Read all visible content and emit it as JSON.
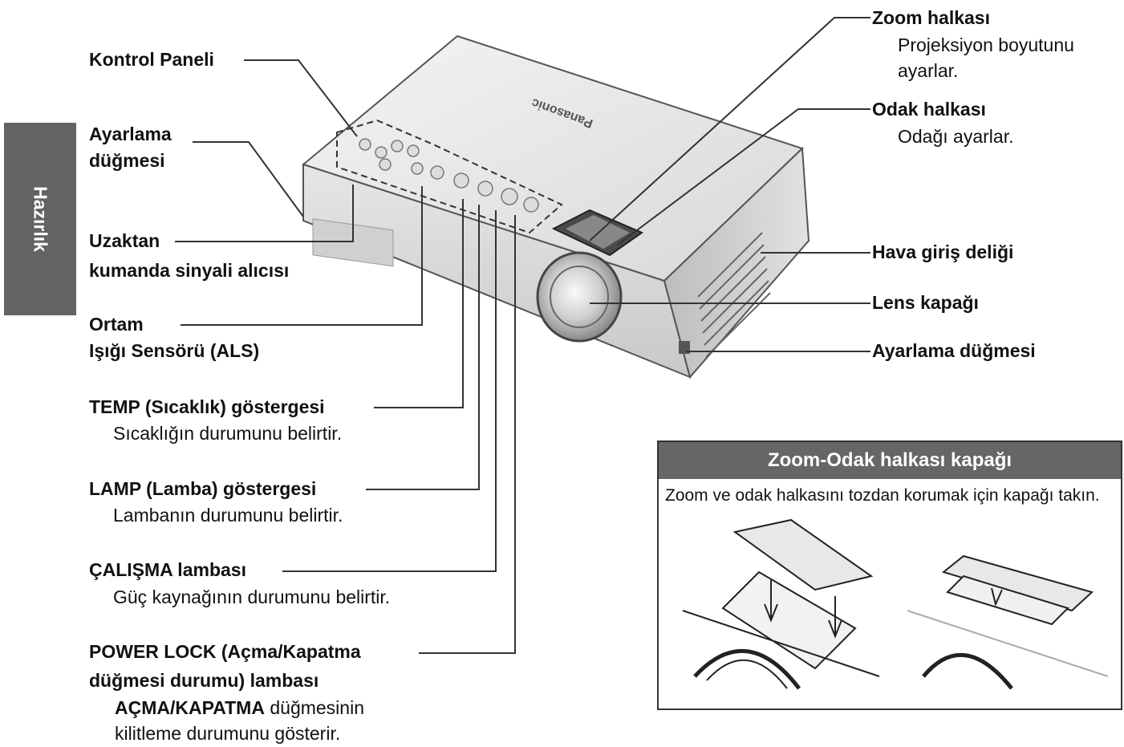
{
  "side_tab": "Hazırlık",
  "labels": {
    "control_panel": "Kontrol Paneli",
    "adjust_left_1": "Ayarlama",
    "adjust_left_2": "düğmesi",
    "remote_1": "Uzaktan",
    "remote_2": "kumanda sinyali alıcısı",
    "als_1": "Ortam",
    "als_2": "Işığı Sensörü (ALS)",
    "temp_title": "TEMP (Sıcaklık) göstergesi",
    "temp_desc": "Sıcaklığın durumunu belirtir.",
    "lamp_title": "LAMP (Lamba) göstergesi",
    "lamp_desc": "Lambanın durumunu belirtir.",
    "on_title": "ÇALIŞMA lambası",
    "on_desc": "Güç kaynağının durumunu belirtir.",
    "pl_title_1": "POWER LOCK (Açma/Kapatma",
    "pl_title_2": "düğmesi durumu) lambası",
    "pl_desc_bold": "AÇMA/KAPATMA",
    "pl_desc_rest": " düğmesinin",
    "pl_desc_2": "kilitleme durumunu gösterir.",
    "zoom_title": "Zoom halkası",
    "zoom_desc_1": "Projeksiyon boyutunu",
    "zoom_desc_2": "ayarlar.",
    "focus_title": "Odak halkası",
    "focus_desc": "Odağı ayarlar.",
    "air_inlet": "Hava giriş deliği",
    "lens_cover": "Lens kapağı",
    "adjust_right": "Ayarlama düğmesi"
  },
  "inset": {
    "title": "Zoom-Odak halkası kapağı",
    "text": "Zoom ve odak halkasını tozdan korumak için kapağı takın."
  },
  "brand": "Panasonic"
}
